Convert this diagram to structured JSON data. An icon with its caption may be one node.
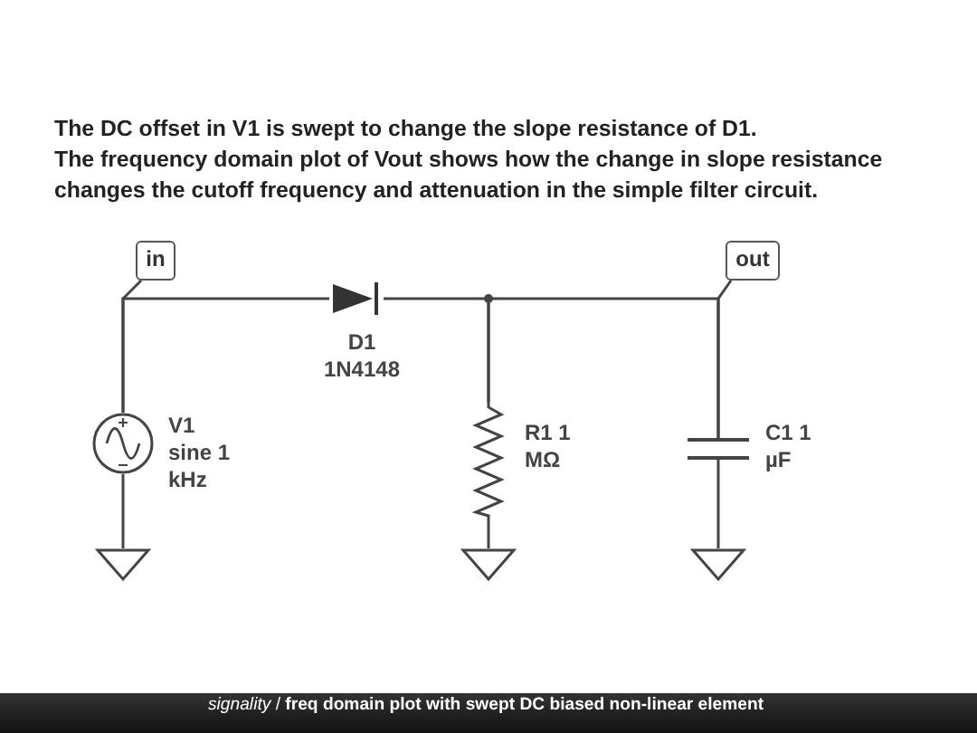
{
  "diagram": {
    "title": "The DC offset in V1 is swept to change the slope resistance of D1.",
    "caption": "*signality* / **freq domain plot with swept DC biased non-linear element**",
    "nodes": [
      {
        "text": [
          "in"
        ]
      },
      {
        "text": [
          "out"
        ]
      },
      {
        "text": [],
        "shape": "circle",
        "beside": [
          "V1 sine 1 kHz"
        ]
      },
      {
        "text": [],
        "shape": "diode",
        "beside": [
          "D1 1N4148"
        ]
      },
      {
        "text": [],
        "shape": "resistor",
        "beside": [
          "R1 1 MΩ"
        ]
      },
      {
        "text": [],
        "shape": "capacitor",
        "beside": [
          "C1 1 µF"
        ]
      },
      {
        "text": [],
        "shape": "ground"
      },
      {
        "text": [],
        "shape": "ground"
      },
      {
        "text": [],
        "shape": "ground"
      }
    ],
    "edges": [
      {
        "from": 2,
        "to": 3,
        "arrow": "none"
      },
      {
        "from": 0,
        "to": 2,
        "arrow": "none"
      },
      {
        "from": 3,
        "to": 4,
        "arrow": "none"
      },
      {
        "from": 4,
        "to": 5,
        "arrow": "none"
      },
      {
        "from": 1,
        "to": 5,
        "arrow": "none"
      },
      {
        "from": 2,
        "to": 6,
        "arrow": "none"
      },
      {
        "from": 4,
        "to": 7,
        "arrow": "none"
      },
      {
        "from": 5,
        "to": 8,
        "arrow": "none"
      }
    ],
    "labels": [
      "The frequency domain plot of Vout shows how the change in slope resistance changes the cutoff frequency and attenuation in the simple filter circuit."
    ]
  }
}
